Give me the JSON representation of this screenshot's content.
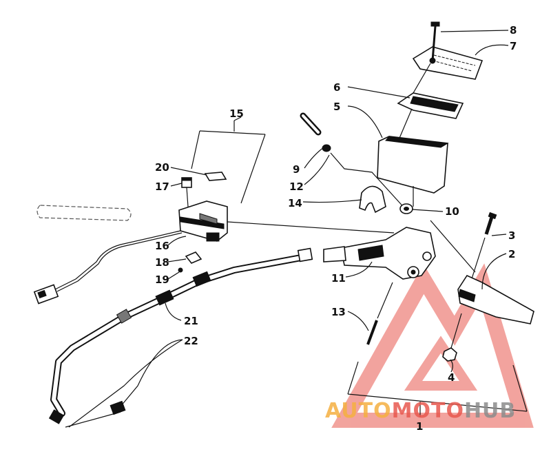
{
  "diagram": {
    "callouts": [
      "1",
      "2",
      "3",
      "4",
      "5",
      "6",
      "7",
      "8",
      "9",
      "10",
      "11",
      "12",
      "13",
      "14",
      "15",
      "16",
      "17",
      "18",
      "19",
      "20",
      "21",
      "22"
    ]
  },
  "watermark": {
    "part1": "AUTO",
    "part2": "MOTO",
    "part3": "HUB",
    "colors": {
      "orange": "#f5b041",
      "red": "#e8594f",
      "grey": "#8c8c8c",
      "triangle": "#e8594f"
    }
  }
}
